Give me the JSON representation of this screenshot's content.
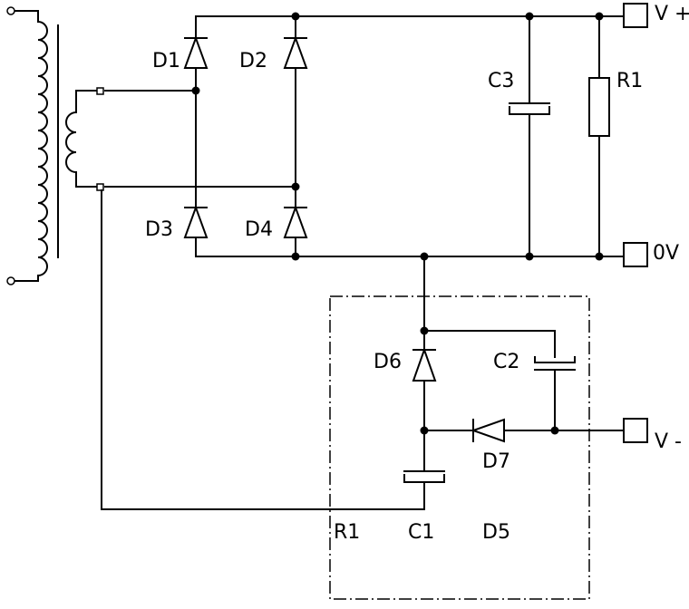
{
  "diagram": {
    "component_labels": {
      "d1": "D1",
      "d2": "D2",
      "d3": "D3",
      "d4": "D4",
      "d6": "D6",
      "d7": "D7",
      "d5": "D5",
      "c1": "C1",
      "c2": "C2",
      "c3": "C3",
      "r1_top": "R1",
      "r1_box": "R1"
    },
    "terminal_labels": {
      "v_plus": "V +",
      "zero_v": "0V",
      "v_minus": "V -"
    }
  }
}
